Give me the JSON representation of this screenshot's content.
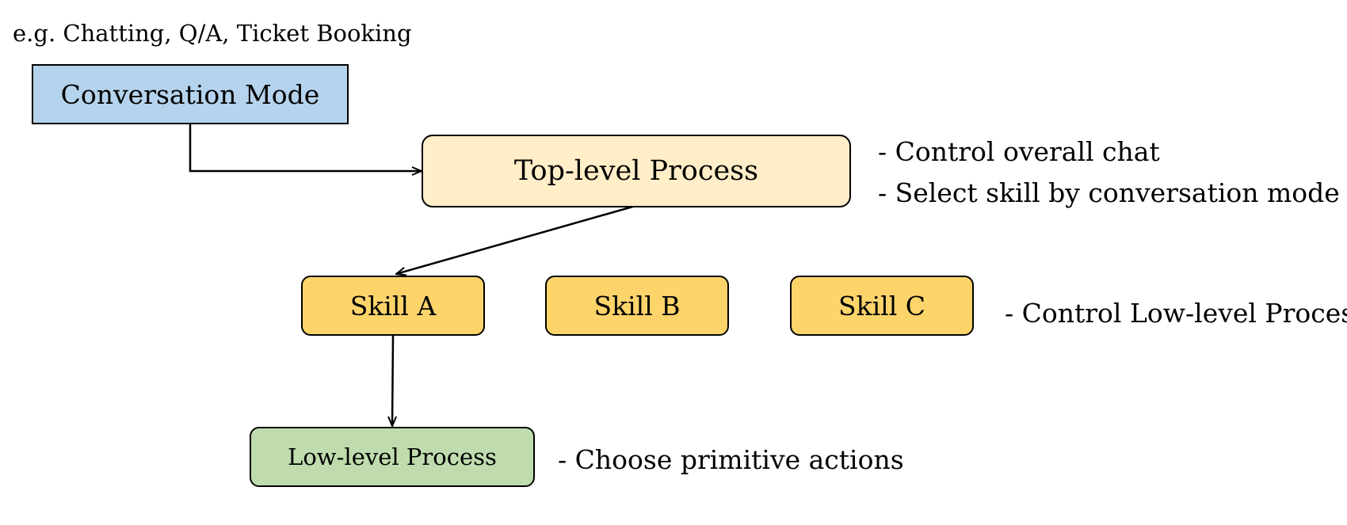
{
  "example_caption": "e.g. Chatting, Q/A, Ticket Booking",
  "nodes": {
    "conversation_mode": {
      "label": "Conversation Mode",
      "fill": "#b5d3ec"
    },
    "top_level_process": {
      "label": "Top-level Process",
      "fill": "#ffeec7"
    },
    "skill_a": {
      "label": "Skill A",
      "fill": "#fdd46a"
    },
    "skill_b": {
      "label": "Skill B",
      "fill": "#fdd46a"
    },
    "skill_c": {
      "label": "Skill C",
      "fill": "#fdd46a"
    },
    "low_level_process": {
      "label": "Low-level Process",
      "fill": "#c0dcae"
    }
  },
  "notes": {
    "top_level_1": "- Control overall chat",
    "top_level_2": "- Select skill by conversation mode",
    "skills": "- Control Low-level Process",
    "low_level": "- Choose primitive actions"
  }
}
